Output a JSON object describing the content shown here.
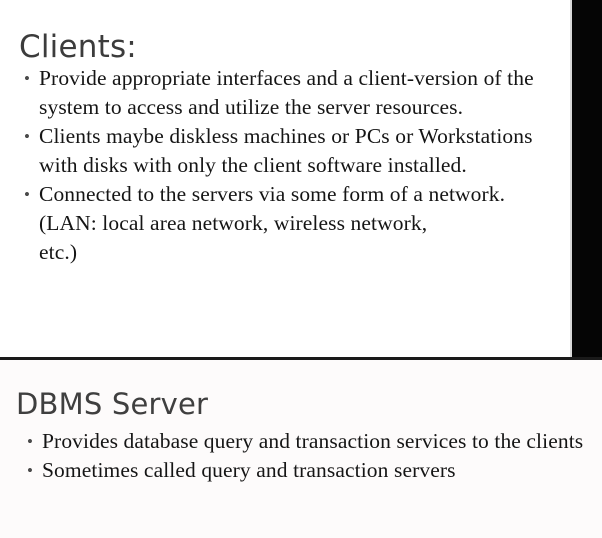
{
  "slides": [
    {
      "id": "clients-slide",
      "heading": "Clients:",
      "bullet_marker": "•",
      "bullets": [
        "Provide appropriate interfaces and a client-version of the system to access and utilize the server resources.",
        "Clients maybe diskless machines or PCs or Workstations with disks with only the client software installed.",
        "Connected to the servers via some form of a network."
      ],
      "sub_lines": [
        "(LAN: local area network, wireless network,",
        "etc.)"
      ],
      "decoration": {
        "right_band_color": "#050505",
        "seam_color": "#d9d9d9"
      }
    },
    {
      "id": "dbms-server-slide",
      "heading": "DBMS Server",
      "bullet_marker": "•",
      "bullets": [
        "Provides database query and transaction services to the clients",
        "Sometimes called query and transaction servers"
      ]
    }
  ],
  "divider": {
    "color": "#1a1a1a"
  },
  "colors": {
    "heading": "#3c3c3c",
    "body_text": "#151515",
    "page_background_top": "#ffffff",
    "page_background_bottom": "#fdfbfb"
  }
}
